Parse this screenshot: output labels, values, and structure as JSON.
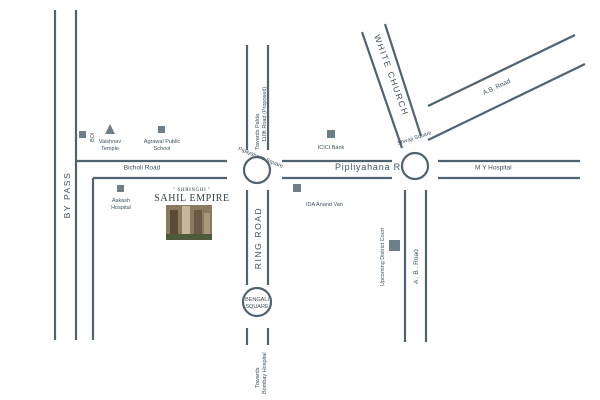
{
  "colors": {
    "road": "#4f6470",
    "text": "#3f5360",
    "marker": "#6e7f8a",
    "background": "#ffffff"
  },
  "roads": {
    "bypass": "BY PASS",
    "bicholi": "Bicholi Road",
    "pipliyahana": "Pipliyahana Road",
    "ring": "RING ROAD",
    "my_hospital": "M Y Hospital",
    "ab_road_upper": "A.B. Road",
    "ab_road_lower": "A . B . Road",
    "white_church": "WHITE CHURCH",
    "towards_palda_1": "Towards Palda",
    "towards_palda_2": "110ft Road (Proposed)",
    "towards_bombay_1": "Towards",
    "towards_bombay_2": "Bombay Hospital"
  },
  "squares": {
    "pipliyahana": "Pipliyahana Square",
    "shivaji": "Shivaji Square",
    "bengali_1": "BENGALI",
    "bengali_2": "SQUARE"
  },
  "landmarks": {
    "boi": "BOI",
    "vaishnav_1": "Vaishnav",
    "vaishnav_2": "Temple",
    "agrawal_1": "Agrawal Public",
    "agrawal_2": "School",
    "aakash_1": "Aakash",
    "aakash_2": "Hospital",
    "icici": "ICICI Bank",
    "ida": "IDA Anand Van",
    "court": "Upcoming District Court"
  },
  "project": {
    "tagline": "\" SHRINGHI \"",
    "name": "SAHIL EMPIRE",
    "icon": "building-icon"
  }
}
